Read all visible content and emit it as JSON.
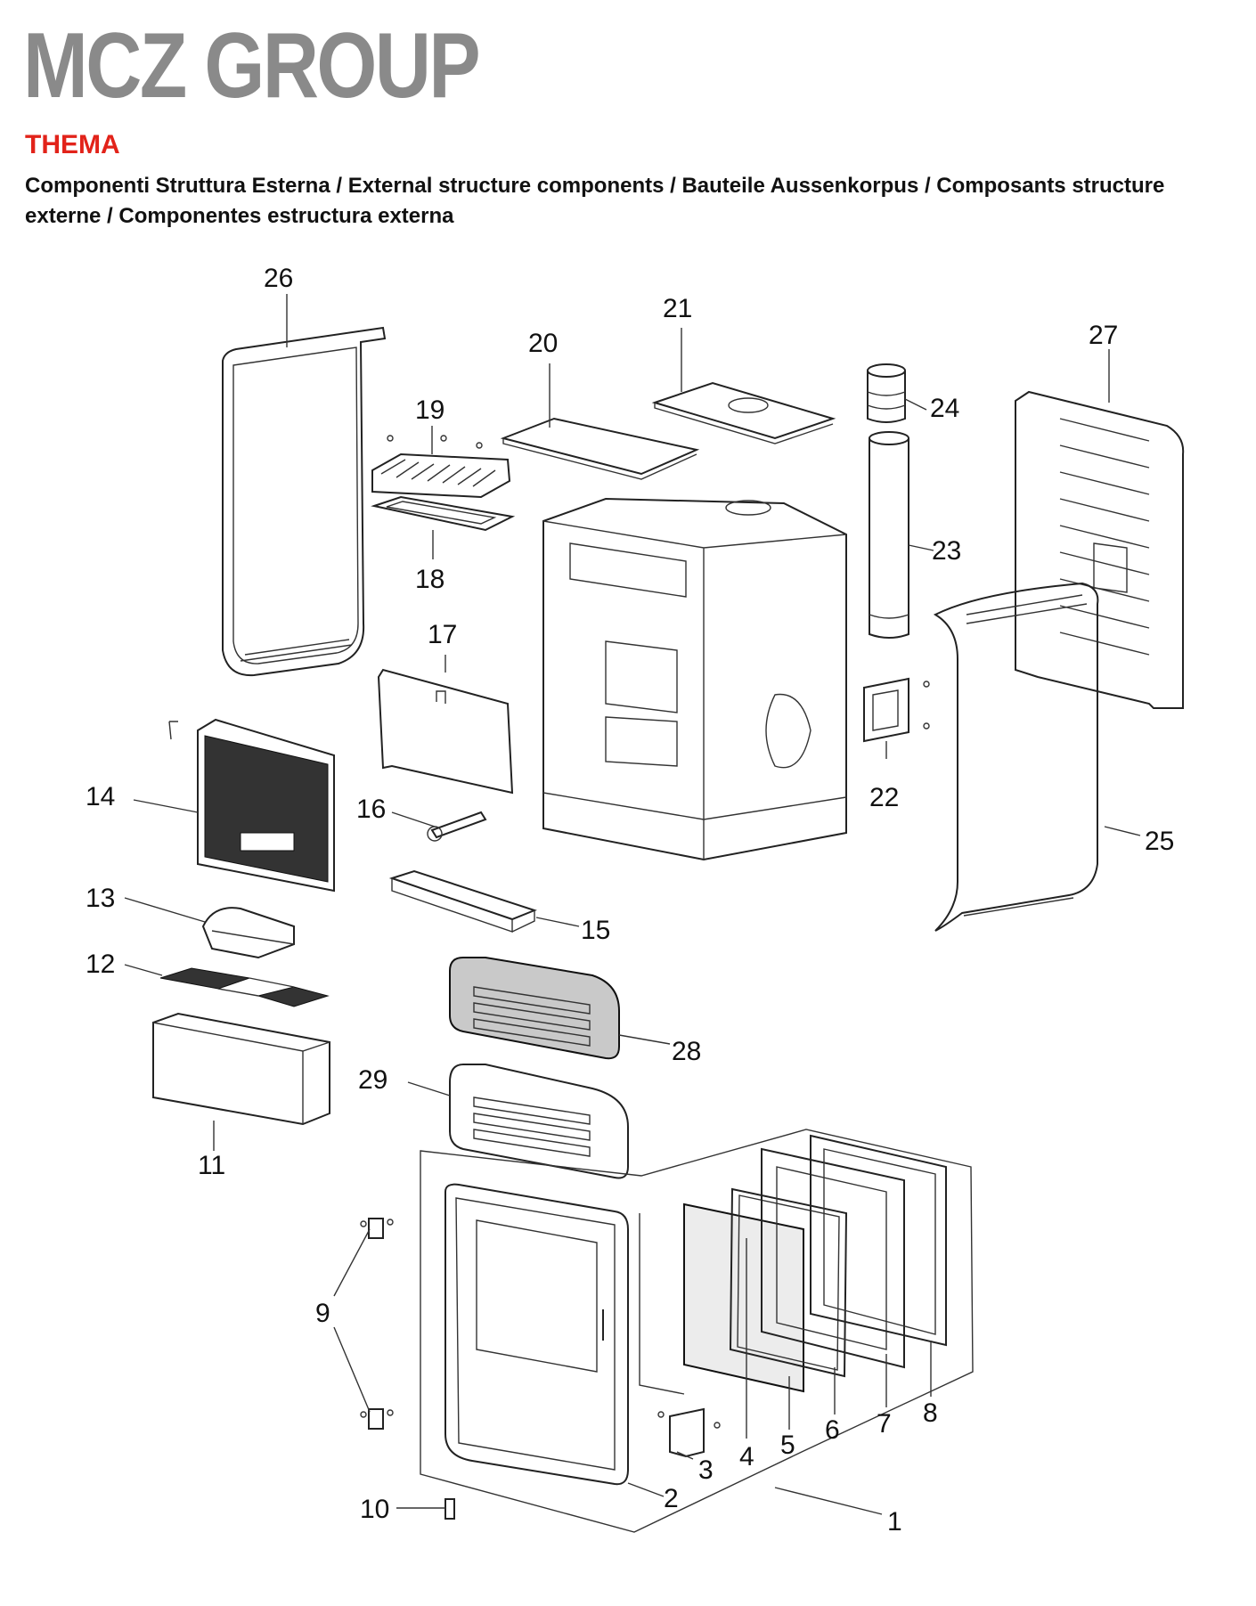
{
  "header": {
    "brand": "MCZ GROUP",
    "model": "THEMA",
    "subtitle": "Componenti Struttura Esterna / External structure components / Bauteile Aussenkorpus / Composants structure externe / Componentes estructura externa"
  },
  "colors": {
    "brand_gray": "#8a8a8a",
    "model_red": "#e2231a",
    "line": "#222222"
  },
  "labels": {
    "l1": "1",
    "l2": "2",
    "l3": "3",
    "l4": "4",
    "l5": "5",
    "l6": "6",
    "l7": "7",
    "l8": "8",
    "l9": "9",
    "l10": "10",
    "l11": "11",
    "l12": "12",
    "l13": "13",
    "l14": "14",
    "l15": "15",
    "l16": "16",
    "l17": "17",
    "l18": "18",
    "l19": "19",
    "l20": "20",
    "l21": "21",
    "l22": "22",
    "l23": "23",
    "l24": "24",
    "l25": "25",
    "l26": "26",
    "l27": "27",
    "l28": "28",
    "l29": "29"
  }
}
